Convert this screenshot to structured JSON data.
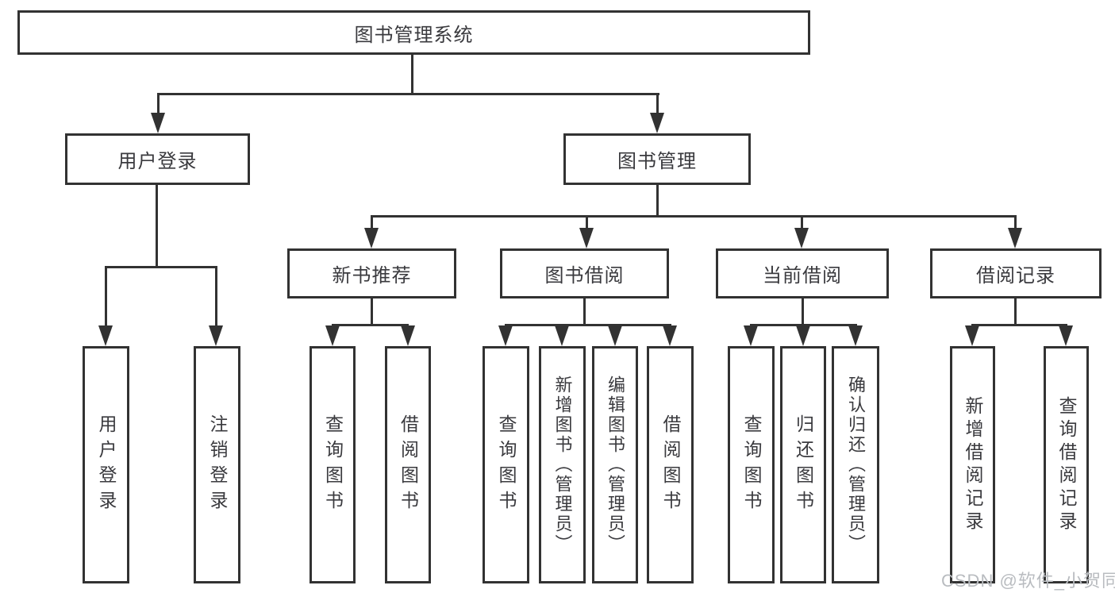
{
  "tree": {
    "root": {
      "label": "图书管理系统"
    },
    "children": [
      {
        "label": "用户登录",
        "children": [
          {
            "label": "用户登录"
          },
          {
            "label": "注销登录"
          }
        ]
      },
      {
        "label": "图书管理",
        "children": [
          {
            "label": "新书推荐",
            "children": [
              {
                "label": "查询图书"
              },
              {
                "label": "借阅图书"
              }
            ]
          },
          {
            "label": "图书借阅",
            "children": [
              {
                "label": "查询图书"
              },
              {
                "label": "新增图书（管理员）"
              },
              {
                "label": "编辑图书（管理员）"
              },
              {
                "label": "借阅图书"
              }
            ]
          },
          {
            "label": "当前借阅",
            "children": [
              {
                "label": "查询图书"
              },
              {
                "label": "归还图书"
              },
              {
                "label": "确认归还（管理员）"
              }
            ]
          },
          {
            "label": "借阅记录",
            "children": [
              {
                "label": "新增借阅记录"
              },
              {
                "label": "查询借阅记录"
              }
            ]
          }
        ]
      }
    ]
  },
  "watermark": {
    "text": "CSDN @软件_小贺同学"
  },
  "colors": {
    "line": "#323232",
    "text": "#3a3a3e",
    "watermark": "#b9bcc0"
  }
}
